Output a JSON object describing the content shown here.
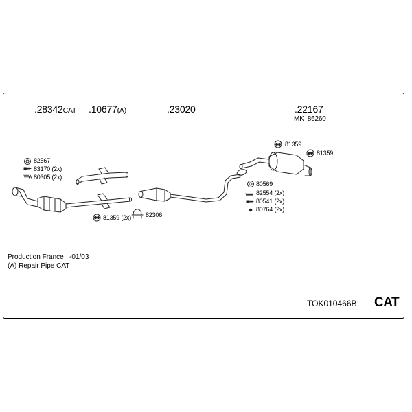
{
  "header": {
    "part_catalytic": {
      "number": ".28342",
      "suffix": "CAT"
    },
    "part_repair_pipe": {
      "number": ".10677",
      "suffix": "(A)"
    },
    "part_center_muffler": {
      "number": ".23020"
    },
    "part_rear_muffler": {
      "number": ".22167"
    },
    "mk_label": "MK",
    "mk_number": "86260"
  },
  "callouts": {
    "gasket": "82567",
    "bolt": "83170 (2x)",
    "spring": "80305 (2x)",
    "hanger_left": "81359 (2x)",
    "clamp": "82306",
    "rear_hanger_top": "81359",
    "rear_hanger_right": "81359",
    "ring": "80569",
    "spring_rear": "82554 (2x)",
    "bolt_rear": "80541 (2x)",
    "nut_rear": "80764 (2x)"
  },
  "footer": {
    "production_label": "Production France",
    "production_date": "-01/03",
    "note_a": "(A) Repair Pipe CAT",
    "kit_code": "TOK010466B",
    "cat_badge": "CAT"
  }
}
